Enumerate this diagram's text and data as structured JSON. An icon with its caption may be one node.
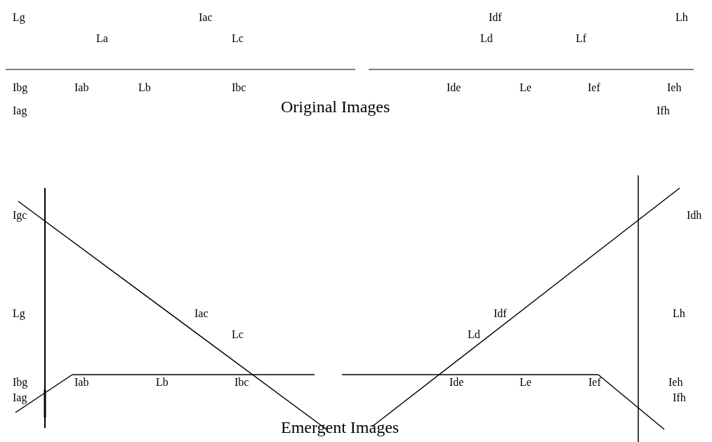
{
  "diagram": {
    "labels": [
      "Lg",
      "Iac",
      "Idf",
      "Lh",
      "La",
      "Lc",
      "Ld",
      "Lf",
      "Ibg",
      "Iab",
      "Lb",
      "Ibc",
      "Ide",
      "Le",
      "Ief",
      "Ieh",
      "Iag",
      "Original Images",
      "Ifh",
      "Igc",
      "Idh",
      "Lg",
      "Iac",
      "Idf",
      "Lh",
      "Lc",
      "Ld",
      "Ibg",
      "Iab",
      "Lb",
      "Ibc",
      "Ide",
      "Le",
      "Ief",
      "Ieh",
      "Iag",
      "Ifh",
      "Emergent Images"
    ]
  }
}
